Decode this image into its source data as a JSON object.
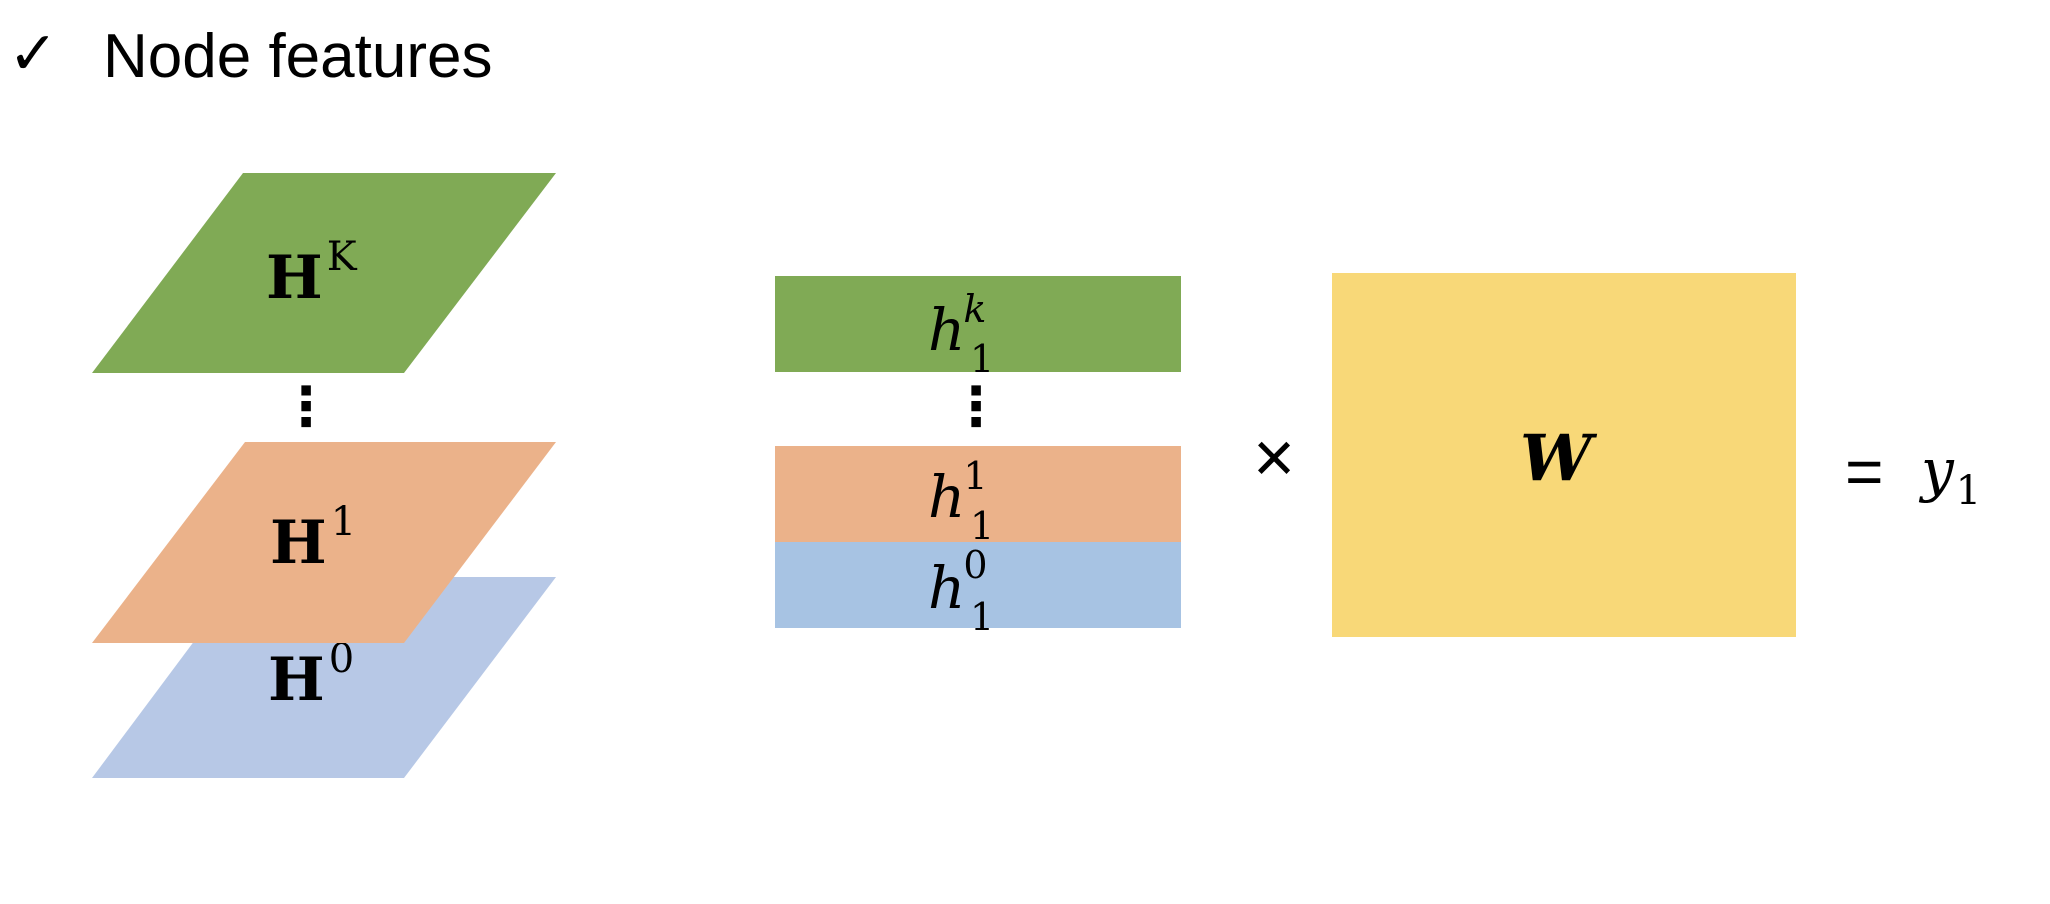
{
  "header": {
    "check_glyph": "✓",
    "title": "Node features"
  },
  "layers": {
    "top": {
      "base": "H",
      "sup": "K",
      "color": "#80AA55"
    },
    "dots": "⋮",
    "middle": {
      "base": "H",
      "sup": "1",
      "color": "#EBB28A"
    },
    "bottom": {
      "base": "H",
      "sup": "0",
      "color": "#B7C8E6"
    }
  },
  "vector": {
    "top": {
      "base": "h",
      "sub": "1",
      "sup": "k",
      "color": "#80AA55"
    },
    "dots": "⋮",
    "middle": {
      "base": "h",
      "sub": "1",
      "sup": "1",
      "color": "#EBB28A"
    },
    "bottom": {
      "base": "h",
      "sub": "1",
      "sup": "0",
      "color": "#A7C3E3"
    }
  },
  "times_symbol": "×",
  "weight": {
    "label": "W",
    "color": "#F8D878"
  },
  "result": {
    "equals": "=",
    "base": "y",
    "sub": "1"
  }
}
